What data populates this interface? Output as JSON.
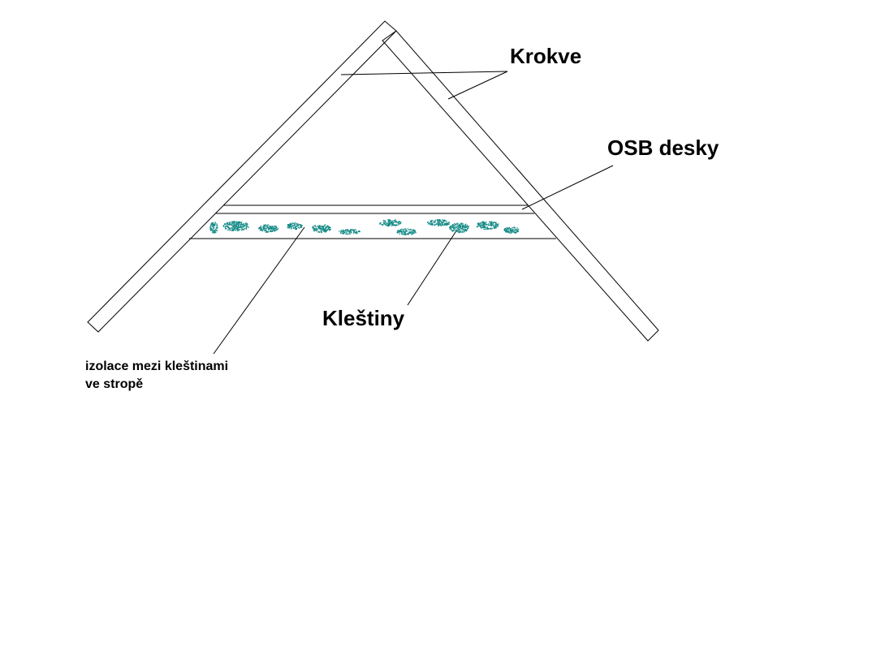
{
  "labels": {
    "rafters": "Krokve",
    "osb": "OSB desky",
    "collar_beams": "Kleštiny",
    "insulation_line1": "izolace mezi kleštinami",
    "insulation_line2": "ve stropě"
  },
  "colors": {
    "line": "#000000",
    "insulation": "#148a86"
  }
}
